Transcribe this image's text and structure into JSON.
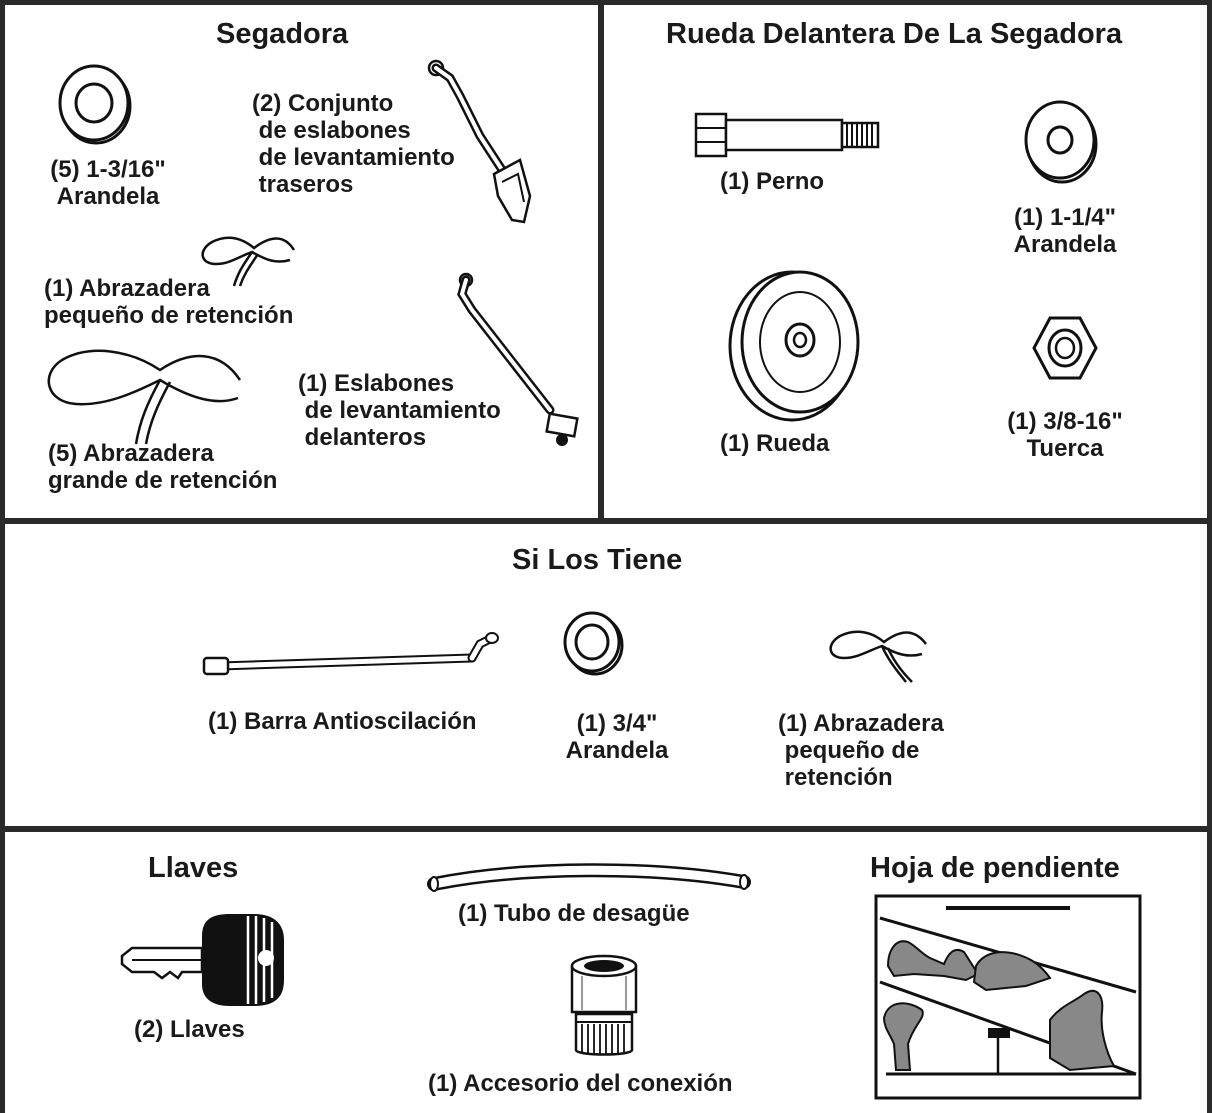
{
  "sections": {
    "mower": {
      "title": "Segadora",
      "parts": [
        {
          "icon": "washer-icon",
          "label": "(5) 1-3/16\"\nArandela"
        },
        {
          "icon": "rear-lift-link-icon",
          "label": "(2) Conjunto\n de eslabones\n de levantamiento\n traseros"
        },
        {
          "icon": "small-hairpin-clip-icon",
          "label": "(1) Abrazadera\npequeño de retención"
        },
        {
          "icon": "front-lift-link-icon",
          "label": "(1) Eslabones\n de levantamiento\n delanteros"
        },
        {
          "icon": "large-hairpin-clip-icon",
          "label": "(5) Abrazadera\ngrande de retención"
        }
      ]
    },
    "front_wheel": {
      "title": "Rueda Delantera De La Segadora",
      "parts": [
        {
          "icon": "shoulder-bolt-icon",
          "label": "(1) Perno"
        },
        {
          "icon": "washer-icon",
          "label": "(1) 1-1/4\"\nArandela"
        },
        {
          "icon": "wheel-icon",
          "label": "(1) Rueda"
        },
        {
          "icon": "hex-nut-icon",
          "label": "(1) 3/8-16\"\nTuerca"
        }
      ]
    },
    "optional": {
      "title": "Si Los Tiene",
      "parts": [
        {
          "icon": "anti-sway-bar-icon",
          "label": "(1) Barra Antioscilación"
        },
        {
          "icon": "washer-icon",
          "label": "(1) 3/4\"\nArandela"
        },
        {
          "icon": "small-hairpin-clip-icon",
          "label": "(1) Abrazadera\n pequeño de\n retención"
        }
      ]
    },
    "keys": {
      "title": "Llaves",
      "label": "(2) Llaves",
      "icon": "key-icon"
    },
    "drain": {
      "tube_label": "(1) Tubo de desagüe",
      "tube_icon": "drain-tube-icon",
      "fitting_label": "(1) Accesorio del conexión",
      "fitting_icon": "hose-fitting-icon"
    },
    "slope": {
      "title": "Hoja de pendiente",
      "icon": "slope-gauge-sheet-icon"
    }
  }
}
